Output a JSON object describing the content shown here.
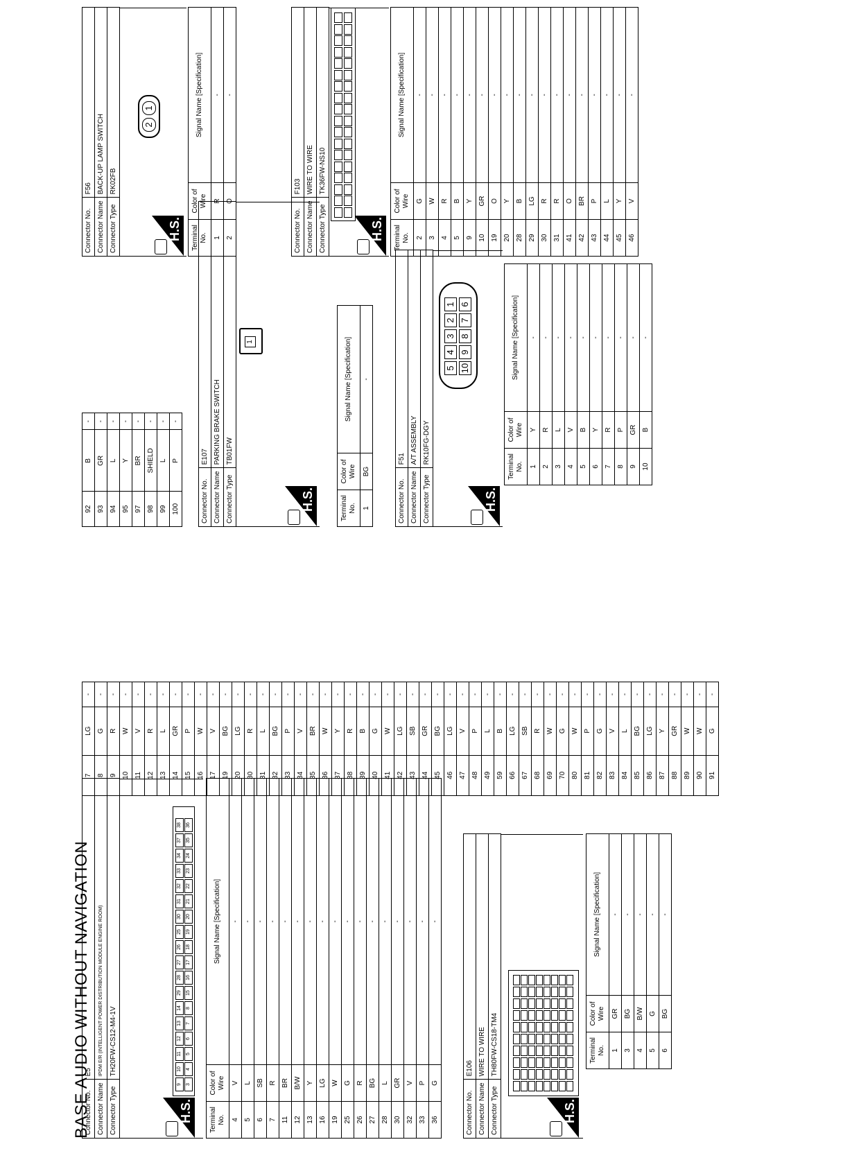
{
  "page": {
    "title": "BASE AUDIO WITHOUT NAVIGATION"
  },
  "labels": {
    "connector_no": "Connector No.",
    "connector_name": "Connector Name",
    "connector_type": "Connector Type",
    "terminal_no": "Terminal No.",
    "color_of_wire": "Color of Wire",
    "signal_name": "Signal Name [Specification]",
    "hs": "H.S."
  },
  "connectors": [
    {
      "no": "E5",
      "name": "IPDM E/R (INTELLIGENT POWER DISTRIBUTION MODULE ENGINE ROOM)",
      "type": "TH20FW-CS12-M4-1V",
      "rows": [
        [
          "4",
          "V",
          "-"
        ],
        [
          "5",
          "L",
          "-"
        ],
        [
          "6",
          "SB",
          "-"
        ],
        [
          "7",
          "R",
          "-"
        ],
        [
          "11",
          "BR",
          "-"
        ],
        [
          "12",
          "B/W",
          "-"
        ],
        [
          "13",
          "Y",
          "-"
        ],
        [
          "16",
          "LG",
          "-"
        ],
        [
          "19",
          "W",
          "-"
        ],
        [
          "25",
          "G",
          "-"
        ],
        [
          "26",
          "R",
          "-"
        ],
        [
          "27",
          "BG",
          "-"
        ],
        [
          "28",
          "L",
          "-"
        ],
        [
          "30",
          "GR",
          "-"
        ],
        [
          "32",
          "V",
          "-"
        ],
        [
          "33",
          "P",
          "-"
        ],
        [
          "36",
          "G",
          "-"
        ]
      ]
    },
    {
      "no": "E106",
      "name": "WIRE TO WIRE",
      "type": "TH80FW-CS18-TM4",
      "rows": [
        [
          "1",
          "GR",
          "-"
        ],
        [
          "3",
          "BG",
          "-"
        ],
        [
          "4",
          "B/W",
          "-"
        ],
        [
          "5",
          "G",
          "-"
        ],
        [
          "6",
          "BG",
          "-"
        ]
      ]
    },
    {
      "no": "E107",
      "name": "PARKING BRAKE SWITCH",
      "type": "TB01FW",
      "rows": [
        [
          "1",
          "BG",
          "-"
        ]
      ]
    },
    {
      "no": "F51",
      "name": "A/T ASSEMBLY",
      "type": "RK10FG-DGY",
      "rows": [
        [
          "1",
          "Y",
          "-"
        ],
        [
          "2",
          "R",
          "-"
        ],
        [
          "3",
          "L",
          "-"
        ],
        [
          "4",
          "V",
          "-"
        ],
        [
          "5",
          "B",
          "-"
        ],
        [
          "6",
          "Y",
          "-"
        ],
        [
          "7",
          "R",
          "-"
        ],
        [
          "8",
          "P",
          "-"
        ],
        [
          "9",
          "GR",
          "-"
        ],
        [
          "10",
          "B",
          "-"
        ]
      ]
    },
    {
      "no": "F56",
      "name": "BACK-UP LAMP SWITCH",
      "type": "RK02FB",
      "rows": [
        [
          "1",
          "R",
          "-"
        ],
        [
          "2",
          "O",
          "-"
        ]
      ]
    },
    {
      "no": "F103",
      "name": "WIRE TO WIRE",
      "type": "TK36FW-NS10",
      "rows": [
        [
          "2",
          "G",
          "-"
        ],
        [
          "3",
          "W",
          "-"
        ],
        [
          "4",
          "R",
          "-"
        ],
        [
          "5",
          "B",
          "-"
        ],
        [
          "9",
          "Y",
          "-"
        ],
        [
          "10",
          "GR",
          "-"
        ],
        [
          "19",
          "O",
          "-"
        ],
        [
          "20",
          "Y",
          "-"
        ],
        [
          "28",
          "B",
          "-"
        ],
        [
          "29",
          "LG",
          "-"
        ],
        [
          "30",
          "R",
          "-"
        ],
        [
          "31",
          "R",
          "-"
        ],
        [
          "41",
          "O",
          "-"
        ],
        [
          "42",
          "BR",
          "-"
        ],
        [
          "43",
          "P",
          "-"
        ],
        [
          "44",
          "L",
          "-"
        ],
        [
          "45",
          "Y",
          "-"
        ],
        [
          "46",
          "V",
          "-"
        ]
      ]
    }
  ],
  "continuation_rows_a": [
    [
      "7",
      "LG",
      "-"
    ],
    [
      "8",
      "G",
      "-"
    ],
    [
      "9",
      "R",
      "-"
    ],
    [
      "10",
      "W",
      "-"
    ],
    [
      "11",
      "V",
      "-"
    ],
    [
      "12",
      "R",
      "-"
    ],
    [
      "13",
      "L",
      "-"
    ],
    [
      "14",
      "GR",
      "-"
    ],
    [
      "15",
      "P",
      "-"
    ],
    [
      "16",
      "W",
      "-"
    ],
    [
      "17",
      "V",
      "-"
    ],
    [
      "19",
      "BG",
      "-"
    ],
    [
      "20",
      "LG",
      "-"
    ],
    [
      "30",
      "R",
      "-"
    ],
    [
      "31",
      "L",
      "-"
    ],
    [
      "32",
      "BG",
      "-"
    ],
    [
      "33",
      "P",
      "-"
    ],
    [
      "34",
      "V",
      "-"
    ],
    [
      "35",
      "BR",
      "-"
    ],
    [
      "36",
      "W",
      "-"
    ],
    [
      "37",
      "Y",
      "-"
    ],
    [
      "38",
      "R",
      "-"
    ],
    [
      "39",
      "B",
      "-"
    ],
    [
      "40",
      "G",
      "-"
    ],
    [
      "41",
      "W",
      "-"
    ],
    [
      "42",
      "LG",
      "-"
    ],
    [
      "43",
      "SB",
      "-"
    ],
    [
      "44",
      "GR",
      "-"
    ],
    [
      "45",
      "BG",
      "-"
    ],
    [
      "46",
      "LG",
      "-"
    ],
    [
      "47",
      "V",
      "-"
    ],
    [
      "48",
      "P",
      "-"
    ],
    [
      "49",
      "L",
      "-"
    ],
    [
      "59",
      "B",
      "-"
    ],
    [
      "66",
      "LG",
      "-"
    ],
    [
      "67",
      "SB",
      "-"
    ],
    [
      "68",
      "R",
      "-"
    ],
    [
      "69",
      "W",
      "-"
    ],
    [
      "70",
      "G",
      "-"
    ],
    [
      "80",
      "W",
      "-"
    ],
    [
      "81",
      "P",
      "-"
    ],
    [
      "82",
      "G",
      "-"
    ],
    [
      "83",
      "V",
      "-"
    ],
    [
      "84",
      "L",
      "-"
    ],
    [
      "85",
      "BG",
      "-"
    ],
    [
      "86",
      "LG",
      "-"
    ],
    [
      "87",
      "Y",
      "-"
    ],
    [
      "88",
      "GR",
      "-"
    ],
    [
      "89",
      "W",
      "-"
    ],
    [
      "90",
      "W",
      "-"
    ],
    [
      "91",
      "G",
      "-"
    ]
  ],
  "continuation_rows_b": [
    [
      "92",
      "B",
      "-"
    ],
    [
      "93",
      "GR",
      "-"
    ],
    [
      "94",
      "L",
      "-"
    ],
    [
      "95",
      "Y",
      "-"
    ],
    [
      "97",
      "BR",
      "-"
    ],
    [
      "98",
      "SHIELD",
      "-"
    ],
    [
      "99",
      "L",
      "-"
    ],
    [
      "100",
      "P",
      "-"
    ]
  ],
  "pin_labels": {
    "e5_row1": [
      "9",
      "10",
      "11",
      "12",
      "13",
      "14",
      "29",
      "28",
      "27",
      "26",
      "25",
      "30",
      "31",
      "32",
      "33",
      "34",
      "37",
      "38"
    ],
    "e5_row2": [
      "3",
      "4",
      "5",
      "6",
      "7",
      "8",
      "15",
      "16",
      "17",
      "18",
      "19",
      "20",
      "21",
      "22",
      "23",
      "24",
      "35",
      "36"
    ],
    "e107": [
      "1"
    ],
    "f51_top": [
      "5",
      "4",
      "3",
      "2",
      "1"
    ],
    "f51_bot": [
      "10",
      "9",
      "8",
      "7",
      "6"
    ],
    "f56": [
      "2",
      "1"
    ]
  }
}
